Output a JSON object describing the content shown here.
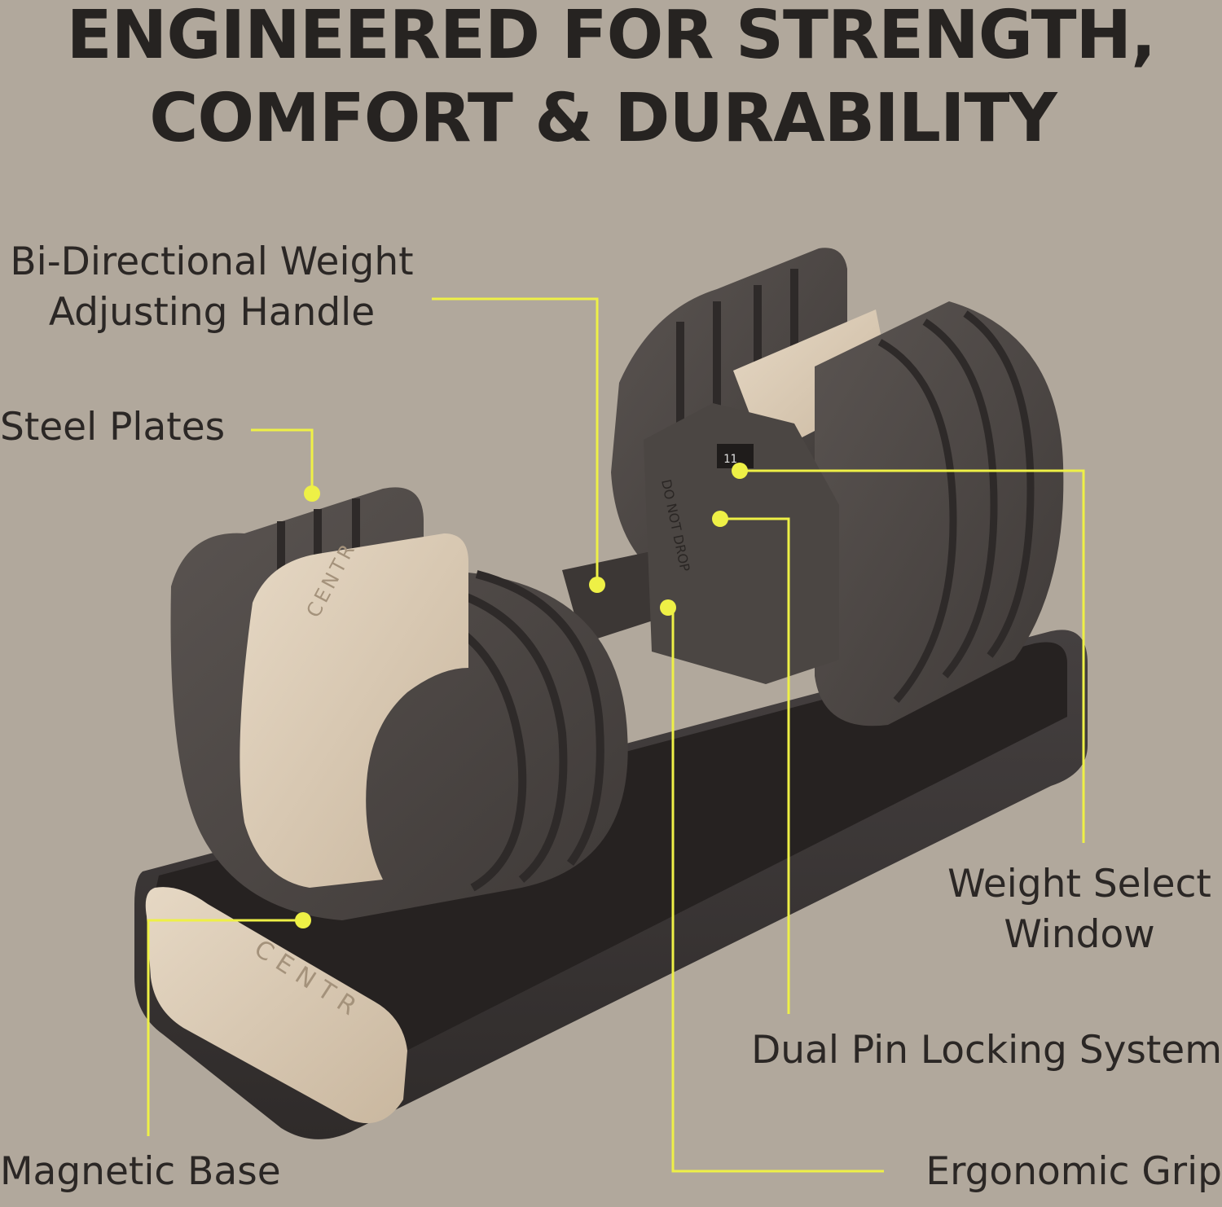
{
  "headline": {
    "line1": "ENGINEERED FOR STRENGTH,",
    "line2": "COMFORT & DURABILITY"
  },
  "callouts": {
    "bi_directional": {
      "line1": "Bi-Directional Weight",
      "line2": "Adjusting Handle"
    },
    "steel_plates": "Steel Plates",
    "weight_select": {
      "line1": "Weight Select",
      "line2": "Window"
    },
    "dual_pin": "Dual Pin Locking System",
    "magnetic_base": "Magnetic Base",
    "ergonomic_grip": "Ergonomic Grip"
  },
  "product": {
    "brand_logo_text": "CENTR",
    "handle_warning": "DO NOT DROP",
    "selector_digits": "11"
  },
  "colors": {
    "background": "#b1a89c",
    "headline": "#262321",
    "callout_line": "#eef046",
    "dumbbell_dark": "#4e4946",
    "dumbbell_tan": "#d9c9b3",
    "base_dark": "#3a3533"
  }
}
